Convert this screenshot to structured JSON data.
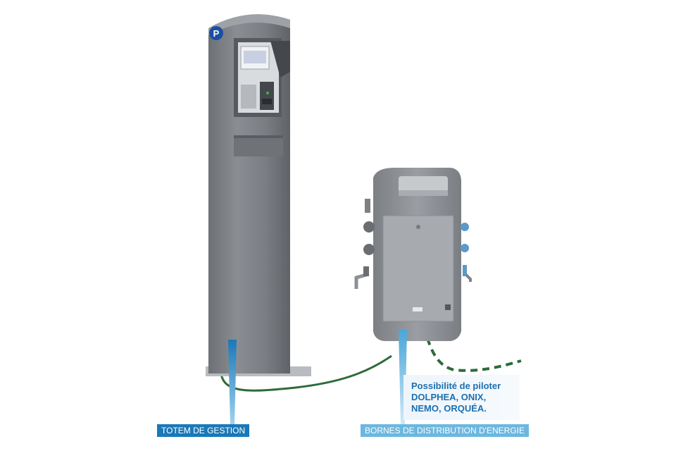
{
  "parking_badge": "P",
  "labels": {
    "totem": "TOTEM DE GESTION",
    "bornes": "BORNES DE DISTRIBUTION D'ENERGIE"
  },
  "callout": {
    "line1": "Possibilité de piloter",
    "line2": "DOLPHEA, ONIX,",
    "line3": "NEMO, ORQUÉA."
  },
  "colors": {
    "accent_blue": "#1a78b8",
    "light_blue": "#6cb7df",
    "cable_green": "#2e6b3a",
    "body_grey": "#7b7f84"
  }
}
